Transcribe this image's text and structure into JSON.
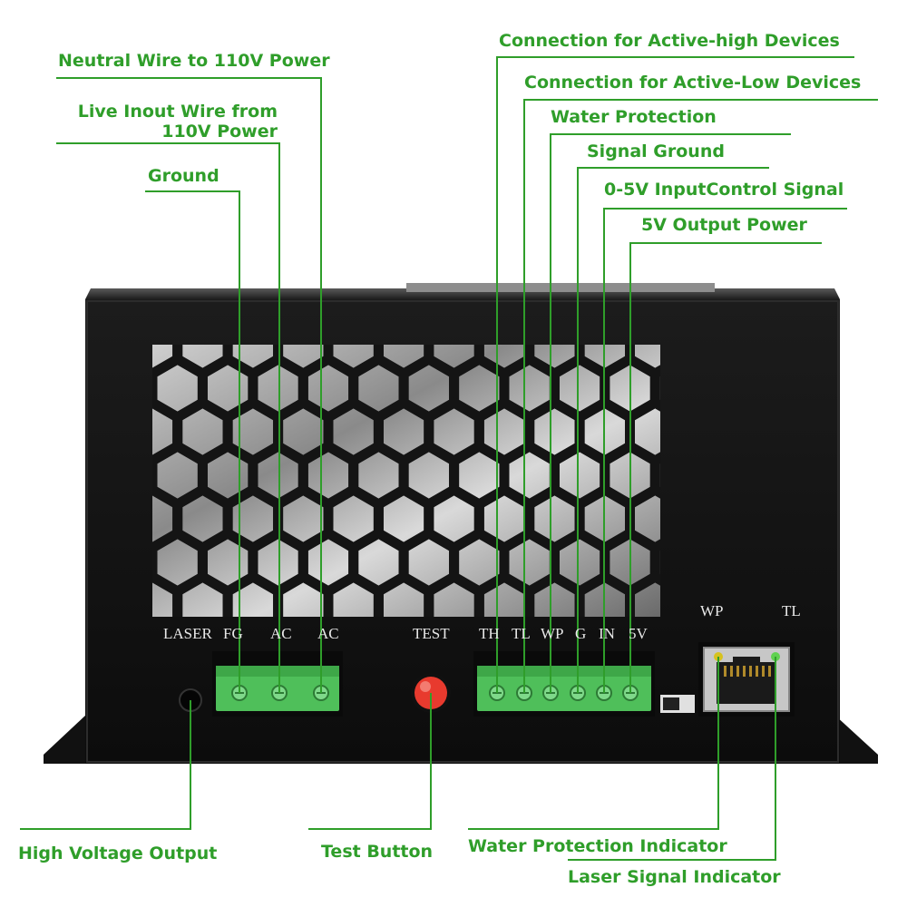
{
  "callouts": {
    "neutral": "Neutral Wire to 110V Power",
    "live_line1": "Live Inout Wire  from",
    "live_line2": "110V Power",
    "ground": "Ground",
    "active_high": "Connection for Active-high Devices",
    "active_low": "Connection for Active-Low Devices",
    "water_protection": "Water Protection",
    "signal_ground": "Signal Ground",
    "input_control": "0-5V InputControl Signal",
    "output_power": "5V Output Power",
    "high_voltage": "High Voltage Output",
    "test_button": "Test Button",
    "wp_indicator": "Water Protection Indicator",
    "laser_indicator": "Laser Signal Indicator"
  },
  "panel": {
    "laser": "LASER",
    "fg": "FG",
    "ac1": "AC",
    "ac2": "AC",
    "test": "TEST",
    "th": "TH",
    "tl": "TL",
    "wp": "WP",
    "g": "G",
    "in": "IN",
    "v5": "5V",
    "wp_led": "WP",
    "tl_led": "TL"
  },
  "colors": {
    "callout_green": "#2f9e2a",
    "chassis": "#141414",
    "terminal_green": "#4fbf5a",
    "test_button_red": "#e83a2e",
    "led_yellow": "#d6c21e",
    "led_green": "#5fd14f"
  }
}
